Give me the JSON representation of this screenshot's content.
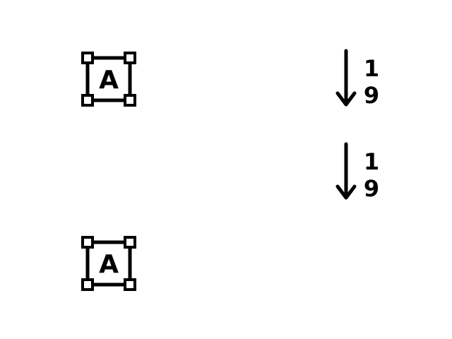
{
  "icons": {
    "text_box_1": {
      "name": "text-box-icon",
      "glyph": "A"
    },
    "sort_1": {
      "name": "sort-descending-icon",
      "top_digit": "1",
      "bottom_digit": "9"
    },
    "sort_2": {
      "name": "sort-descending-icon",
      "top_digit": "1",
      "bottom_digit": "9"
    },
    "text_box_2": {
      "name": "text-box-icon",
      "glyph": "A"
    }
  },
  "colors": {
    "foreground": "#000000",
    "background": "#ffffff"
  }
}
